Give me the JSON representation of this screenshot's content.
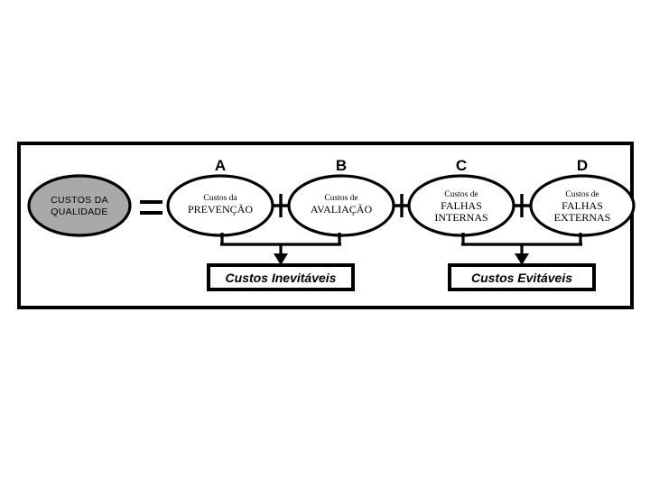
{
  "diagram": {
    "title_text": "",
    "colors": {
      "background": "#ffffff",
      "frame_stroke": "#000000",
      "ellipse_fill": "#ffffff",
      "root_ellipse_fill": "#a9a9a9",
      "text": "#000000"
    },
    "root_node": {
      "name": "custos-da-qualidade",
      "line1": "CUSTOS DA",
      "line2": "QUALIDADE"
    },
    "equals_operator": "=",
    "operators": [
      "+",
      "+",
      "+"
    ],
    "nodes": [
      {
        "key": "A",
        "letter": "A",
        "line1": "Custos da",
        "line2": "PREVENÇÃO",
        "line3": ""
      },
      {
        "key": "B",
        "letter": "B",
        "line1": "Custos de",
        "line2": "AVALIAÇÃO",
        "line3": ""
      },
      {
        "key": "C",
        "letter": "C",
        "line1": "Custos de",
        "line2": "FALHAS",
        "line3": "INTERNAS"
      },
      {
        "key": "D",
        "letter": "D",
        "line1": "Custos de",
        "line2": "FALHAS",
        "line3": "EXTERNAS"
      }
    ],
    "result_boxes": [
      {
        "key": "inevitaveis",
        "label": "Custos Inevitáveis",
        "sources": [
          "A",
          "B"
        ]
      },
      {
        "key": "evitaveis",
        "label": "Custos Evitáveis",
        "sources": [
          "C",
          "D"
        ]
      }
    ]
  }
}
